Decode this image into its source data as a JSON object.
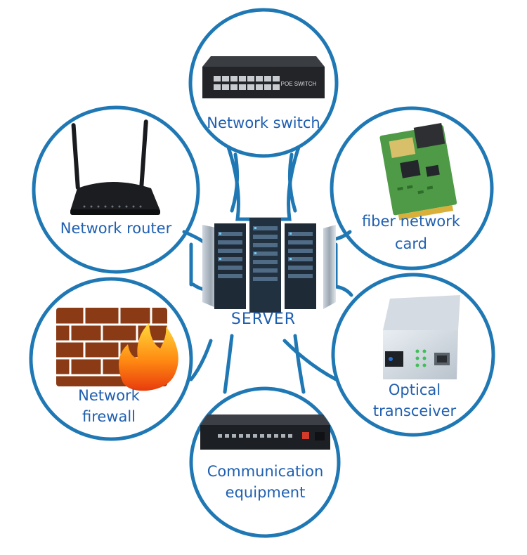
{
  "center": {
    "label": "SERVER"
  },
  "nodes": {
    "switch": {
      "label": "Network switch",
      "device_text": "POE SWITCH"
    },
    "router": {
      "label": "Network router"
    },
    "card": {
      "line1": "fiber network",
      "line2": "card"
    },
    "firewall": {
      "line1": "Network",
      "line2": "firewall"
    },
    "transceiver": {
      "line1": "Optical",
      "line2": "transceiver"
    },
    "comm": {
      "line1": "Communication",
      "line2": "equipment"
    }
  },
  "colors": {
    "ring": "#1f78b4",
    "label": "#1f5fb0"
  }
}
